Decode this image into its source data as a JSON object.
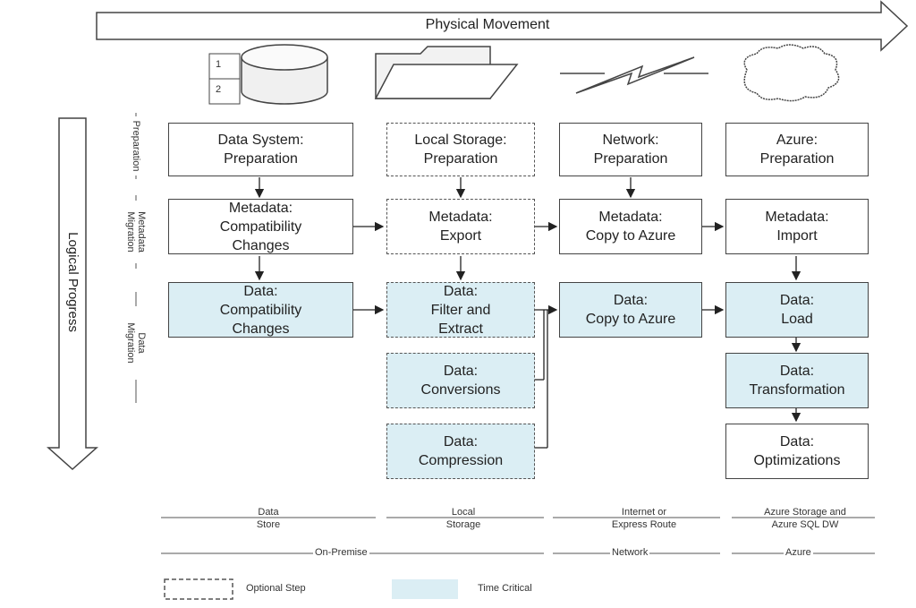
{
  "header": {
    "physical_movement": "Physical Movement",
    "logical_progress": "Logical Progress"
  },
  "icons": {
    "db_stack_1": "1",
    "db_stack_2": "2"
  },
  "rows": {
    "preparation": "Preparation",
    "metadata_migration": "Metadata\nMigration",
    "data_migration": "Data\nMigration"
  },
  "boxes": {
    "ds_prep": "Data System:\nPreparation",
    "ls_prep": "Local Storage:\nPreparation",
    "net_prep": "Network:\nPreparation",
    "az_prep": "Azure:\nPreparation",
    "md_compat": "Metadata:\nCompatibility\nChanges",
    "md_export": "Metadata:\nExport",
    "md_copy": "Metadata:\nCopy to Azure",
    "md_import": "Metadata:\nImport",
    "d_compat": "Data:\nCompatibility\nChanges",
    "d_filter": "Data:\nFilter and\nExtract",
    "d_copy": "Data:\nCopy to Azure",
    "d_load": "Data:\nLoad",
    "d_conv": "Data:\nConversions",
    "d_transform": "Data:\nTransformation",
    "d_compress": "Data:\nCompression",
    "d_optim": "Data:\nOptimizations"
  },
  "columns": {
    "data_store": "Data\nStore",
    "local_storage": "Local\nStorage",
    "internet": "Internet or\nExpress Route",
    "azure_storage": "Azure Storage and\nAzure SQL DW"
  },
  "groups": {
    "on_premise": "On-Premise",
    "network": "Network",
    "azure": "Azure"
  },
  "legend": {
    "optional_step": "Optional Step",
    "time_critical": "Time Critical"
  },
  "colors": {
    "time_critical_fill": "#dbeef4",
    "stroke": "#444444"
  }
}
